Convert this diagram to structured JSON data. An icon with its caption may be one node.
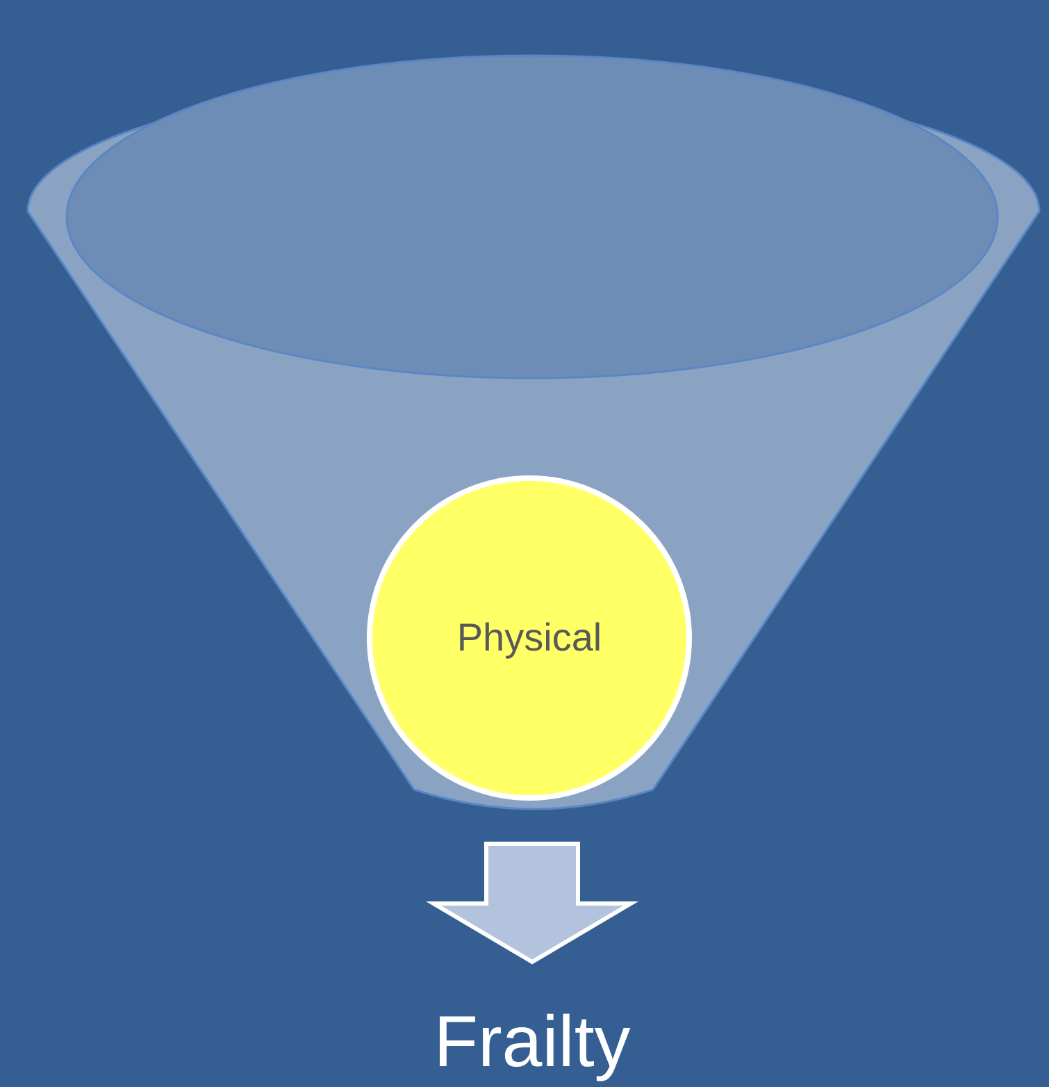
{
  "diagram": {
    "nodes": [
      {
        "text": [],
        "shape": "funnel"
      },
      {
        "text": [
          "Physical"
        ],
        "in": 0
      },
      {
        "text": [
          "Frailty"
        ]
      }
    ],
    "edges": [
      {
        "from": 0,
        "to": 2,
        "arrow": "to"
      }
    ]
  }
}
